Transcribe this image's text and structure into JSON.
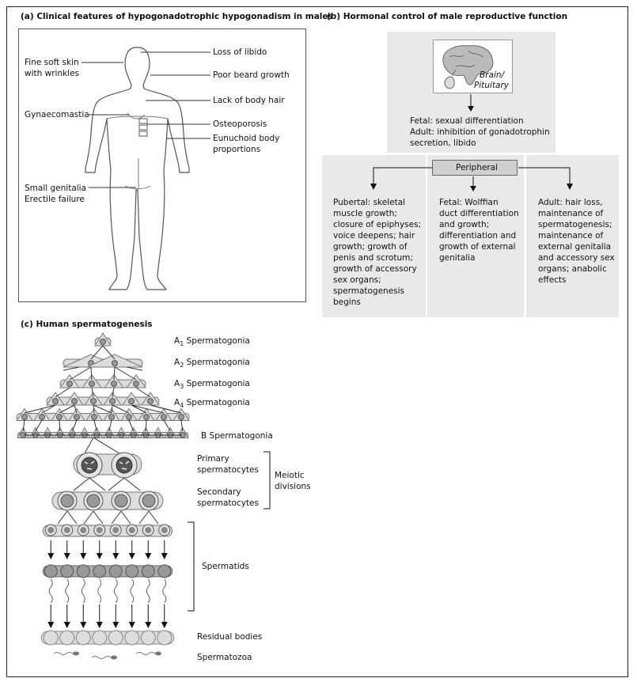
{
  "panel_a": {
    "title": "(a)  Clinical features of hypogonadotrophic hypogonadism in males",
    "labels": {
      "fine_skin_1": "Fine soft skin",
      "fine_skin_2": "with wrinkles",
      "gynaecomastia": "Gynaecomastia",
      "small_genitalia": "Small genitalia",
      "erectile_failure": "Erectile failure",
      "loss_libido": "Loss of libido",
      "poor_beard": "Poor beard growth",
      "lack_body_hair": "Lack of body hair",
      "osteoporosis": "Osteoporosis",
      "eunuchoid_1": "Eunuchoid body",
      "eunuchoid_2": "proportions"
    }
  },
  "panel_b": {
    "title": "(b)  Hormonal control of male reproductive function",
    "brain_label_1": "Brain/",
    "brain_label_2": "Pituitary",
    "central_lines": [
      "Fetal: sexual differentiation",
      "Adult: inhibition of gonadotrophin",
      "secretion, libido"
    ],
    "peripheral_label": "Peripheral",
    "pubertal_lines": [
      "Pubertal: skeletal",
      "muscle growth;",
      "closure of epiphyses;",
      "voice deepens; hair",
      "growth; growth of",
      "penis and scrotum;",
      "growth of accessory",
      "sex organs;",
      "spermatogenesis",
      "begins"
    ],
    "fetal_lines": [
      "Fetal: Wolffian",
      "duct differentiation",
      "and growth;",
      "differentiation and",
      "growth of external",
      "genitalia"
    ],
    "adult_lines": [
      "Adult: hair loss,",
      "maintenance of",
      "spermatogenesis;",
      "maintenance of",
      "external genitalia",
      "and accessory sex",
      "organs; anabolic",
      "effects"
    ]
  },
  "panel_c": {
    "title": "(c)  Human spermatogenesis",
    "a1": {
      "prefix": "A",
      "sub": "1",
      "rest": " Spermatogonia"
    },
    "a2": {
      "prefix": "A",
      "sub": "2",
      "rest": " Spermatogonia"
    },
    "a3": {
      "prefix": "A",
      "sub": "3",
      "rest": " Spermatogonia"
    },
    "a4": {
      "prefix": "A",
      "sub": "4",
      "rest": " Spermatogonia"
    },
    "b_spermatogonia": "B Spermatogonia",
    "primary_1": "Primary",
    "primary_2": "spermatocytes",
    "meiotic_1": "Meiotic",
    "meiotic_2": "divisions",
    "secondary_1": "Secondary",
    "secondary_2": "spermatocytes",
    "spermatids": "Spermatids",
    "residual_bodies": "Residual bodies",
    "spermatozoa": "Spermatozoa"
  }
}
